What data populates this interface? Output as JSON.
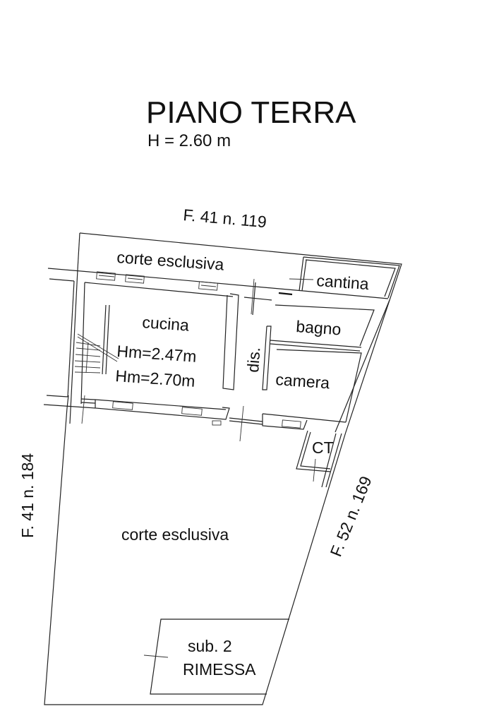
{
  "drawing": {
    "title": "PIANO TERRA",
    "height_note": "H = 2.60 m",
    "colors": {
      "line": "#222222",
      "text": "#111111",
      "background": "#ffffff"
    }
  },
  "parcels": {
    "north": "F. 41 n. 119",
    "west": "F. 41 n. 184",
    "east": "F. 52 n. 169"
  },
  "rooms": {
    "corte_north": "corte esclusiva",
    "cantina": "cantina",
    "cucina": "cucina",
    "cucina_hm1": "Hm=2.47m",
    "cucina_hm2": "Hm=2.70m",
    "disimpegno": "dis.",
    "bagno": "bagno",
    "camera": "camera",
    "ct": "CT",
    "corte_south": "corte esclusiva",
    "rimessa_sub": "sub. 2",
    "rimessa": "RIMESSA"
  }
}
